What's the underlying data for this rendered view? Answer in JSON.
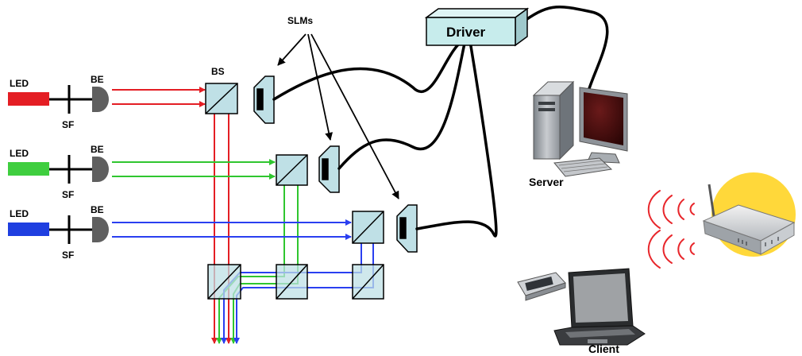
{
  "labels": {
    "slms": "SLMs",
    "driver": "Driver",
    "bs": "BS",
    "server": "Server",
    "client": "Client",
    "sources": [
      {
        "led": "LED",
        "be": "BE",
        "sf": "SF",
        "color": "#e41e24"
      },
      {
        "led": "LED",
        "be": "BE",
        "sf": "SF",
        "color": "#3fce3f"
      },
      {
        "led": "LED",
        "be": "BE",
        "sf": "SF",
        "color": "#1f3fe0"
      }
    ]
  },
  "colors": {
    "red_beam": "#e41e24",
    "green_beam": "#2fc62f",
    "blue_beam": "#2a3ff0",
    "component_fill": "#bfe0e6",
    "driver_fill": "#c7ecec",
    "lens_fill": "#5f5f5f",
    "signal_arc": "#e8262b",
    "router_circle": "#ffd83a"
  },
  "icons": [
    "server-computer-icon",
    "laptop-client-icon",
    "pcmcia-card-icon",
    "wireless-router-icon",
    "wifi-signal-icon"
  ]
}
